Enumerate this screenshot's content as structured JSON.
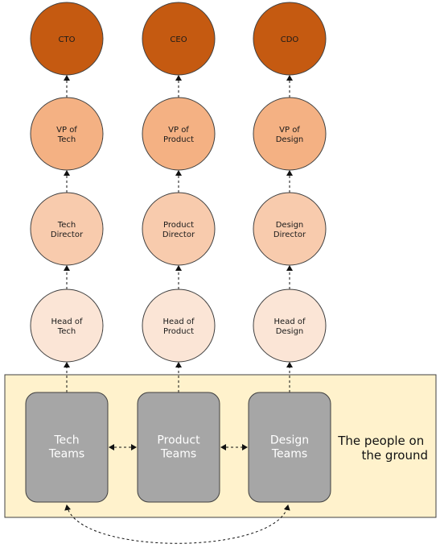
{
  "colors": {
    "level_exec": "#C55A11",
    "level_vp": "#F4B183",
    "level_director": "#F8CBAD",
    "level_head": "#FBE5D6",
    "circle_stroke": "#404040",
    "team_box": "#A6A6A6",
    "team_box_stroke": "#404040",
    "ground_bg": "#FFF2CC",
    "ground_stroke": "#404040"
  },
  "columns": [
    {
      "id": "tech",
      "exec": [
        "CTO"
      ],
      "vp": [
        "VP of",
        "Tech"
      ],
      "director": [
        "Tech",
        "Director"
      ],
      "head": [
        "Head of",
        "Tech"
      ],
      "team": [
        "Tech",
        "Teams"
      ]
    },
    {
      "id": "product",
      "exec": [
        "CEO"
      ],
      "vp": [
        "VP of",
        "Product"
      ],
      "director": [
        "Product",
        "Director"
      ],
      "head": [
        "Head of",
        "Product"
      ],
      "team": [
        "Product",
        "Teams"
      ]
    },
    {
      "id": "design",
      "exec": [
        "CDO"
      ],
      "vp": [
        "VP of",
        "Design"
      ],
      "director": [
        "Design",
        "Director"
      ],
      "head": [
        "Head of",
        "Design"
      ],
      "team": [
        "Design",
        "Teams"
      ]
    }
  ],
  "ground_label": [
    "The people on",
    "the ground"
  ]
}
